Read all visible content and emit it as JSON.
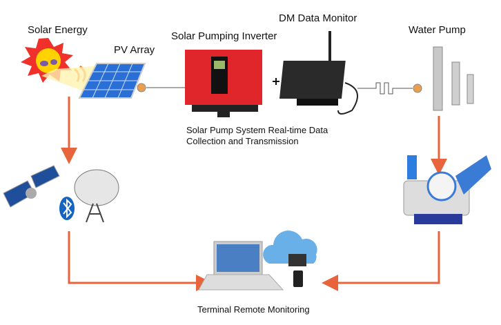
{
  "labels": {
    "solar_energy": "Solar Energy",
    "pv_array": "PV Array",
    "inverter": "Solar Pumping Inverter",
    "data_monitor": "DM Data Monitor",
    "water_pump": "Water Pump",
    "collection": "Solar Pump System Real-time Data Collection and Transmission",
    "terminal": "Terminal Remote Monitoring",
    "plus": "+"
  },
  "colors": {
    "arrow": "#e8643c",
    "inverter": "#e0262b",
    "monitor": "#222222"
  }
}
